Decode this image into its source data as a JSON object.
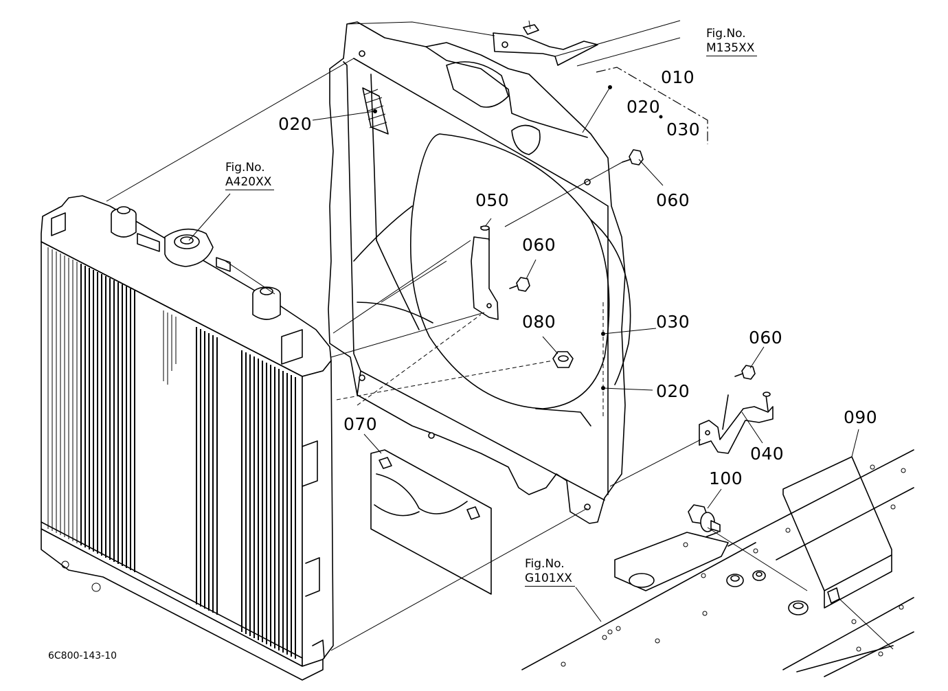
{
  "diagram": {
    "drawing_code": "6C800-143-10",
    "part_labels": [
      {
        "id": "010",
        "text": "010"
      },
      {
        "id": "020-030",
        "text": "020"
      },
      {
        "id": "030-range",
        "text": "030"
      },
      {
        "id": "020-top",
        "text": "020"
      },
      {
        "id": "050",
        "text": "050"
      },
      {
        "id": "060-a",
        "text": "060"
      },
      {
        "id": "060-b",
        "text": "060"
      },
      {
        "id": "080",
        "text": "080"
      },
      {
        "id": "030",
        "text": "030"
      },
      {
        "id": "020-right",
        "text": "020"
      },
      {
        "id": "060-c",
        "text": "060"
      },
      {
        "id": "040",
        "text": "040"
      },
      {
        "id": "070",
        "text": "070"
      },
      {
        "id": "090",
        "text": "090"
      },
      {
        "id": "100",
        "text": "100"
      }
    ],
    "figure_refs": [
      {
        "id": "m135",
        "prefix": "Fig.No.",
        "number": "M135XX"
      },
      {
        "id": "a420",
        "prefix": "Fig.No.",
        "number": "A420XX"
      },
      {
        "id": "g101",
        "prefix": "Fig.No.",
        "number": "G101XX"
      }
    ]
  }
}
